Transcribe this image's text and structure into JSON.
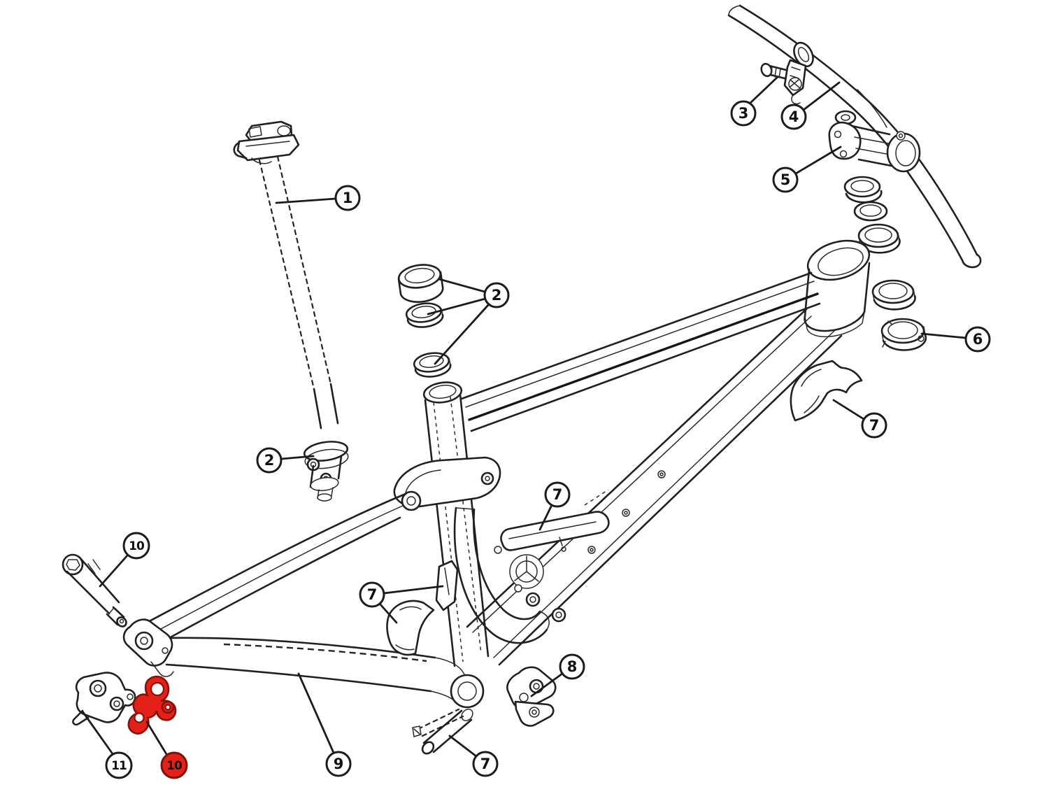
{
  "colors": {
    "background": "#ffffff",
    "line": "#202020",
    "highlight": "#e32119",
    "highlight_stroke": "#8a1008",
    "badge_fill": "#ffffff",
    "badge_text": "#111111"
  },
  "callouts": [
    {
      "label": "1",
      "highlighted": false
    },
    {
      "label": "2",
      "highlighted": false
    },
    {
      "label": "2",
      "highlighted": false
    },
    {
      "label": "3",
      "highlighted": false
    },
    {
      "label": "4",
      "highlighted": false
    },
    {
      "label": "5",
      "highlighted": false
    },
    {
      "label": "6",
      "highlighted": false
    },
    {
      "label": "7",
      "highlighted": false
    },
    {
      "label": "7",
      "highlighted": false
    },
    {
      "label": "7",
      "highlighted": false
    },
    {
      "label": "8",
      "highlighted": false
    },
    {
      "label": "9",
      "highlighted": false
    },
    {
      "label": "7",
      "highlighted": false
    },
    {
      "label": "10",
      "highlighted": false
    },
    {
      "label": "11",
      "highlighted": false
    },
    {
      "label": "10",
      "highlighted": true
    }
  ]
}
